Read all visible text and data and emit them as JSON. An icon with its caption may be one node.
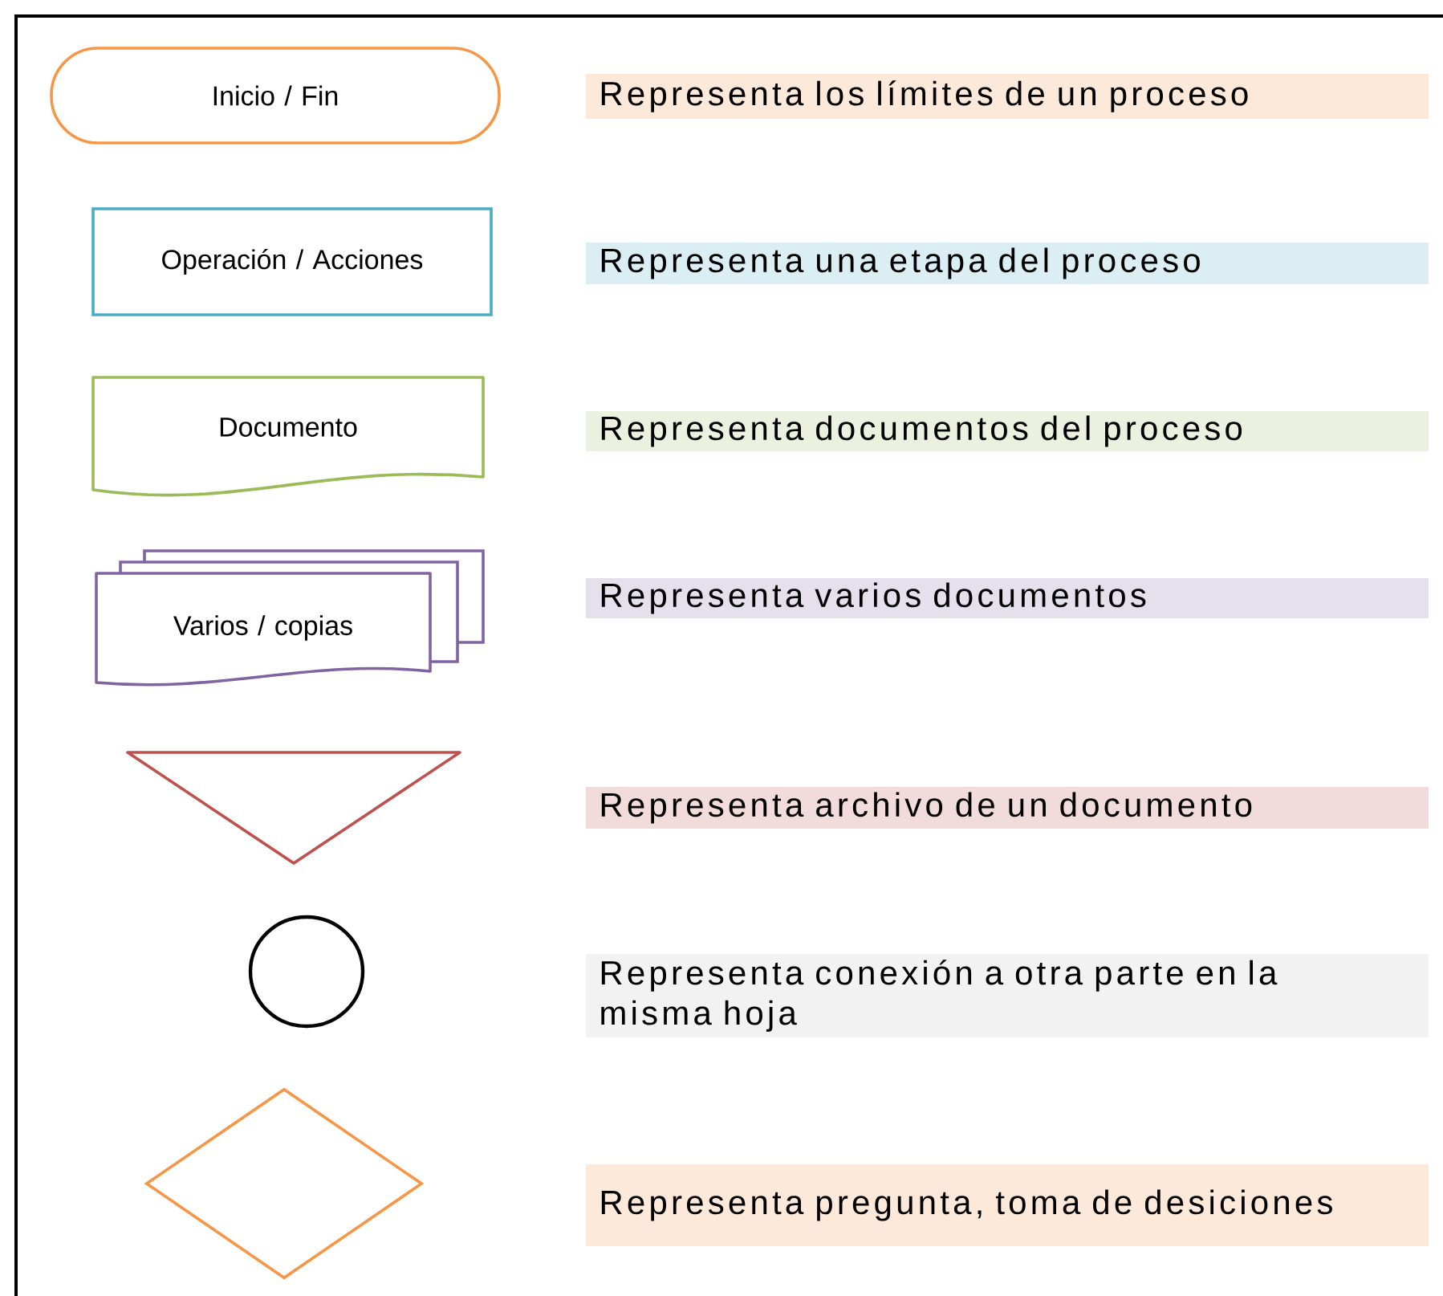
{
  "diagram": {
    "nodes": [
      {
        "text": [
          "Inicio / Fin"
        ]
      },
      {
        "text": [
          "Representa los límites de un proceso"
        ]
      },
      {
        "text": [
          "Operación / Acciones"
        ]
      },
      {
        "text": [
          "Representa una etapa del proceso"
        ]
      },
      {
        "text": [
          "Documento"
        ]
      },
      {
        "text": [
          "Representa documentos del proceso"
        ]
      },
      {
        "text": [
          "Varios / copias"
        ]
      },
      {
        "text": [
          "Representa varios documentos"
        ]
      },
      {
        "text": [],
        "shape": "triangle"
      },
      {
        "text": [
          "Representa archivo de un documento"
        ]
      },
      {
        "text": [],
        "shape": "circle"
      },
      {
        "text": [
          "Representa conexión a otra parte en la misma hoja"
        ]
      },
      {
        "text": [],
        "shape": "diamond"
      },
      {
        "text": [
          "Representa pregunta, toma de desiciones"
        ]
      }
    ]
  }
}
